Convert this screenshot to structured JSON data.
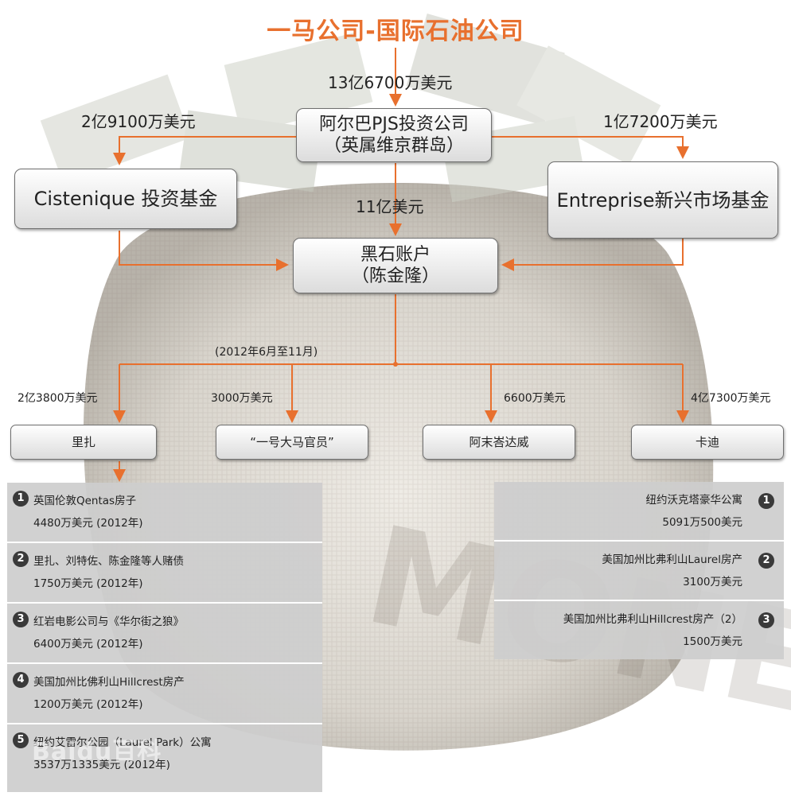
{
  "title": "一马公司-国际石油公司",
  "amounts": {
    "to_pjs": "13亿6700万美元",
    "to_cistenique": "2亿9100万美元",
    "to_entreprise": "1亿7200万美元",
    "to_blackstone": "11亿美元",
    "period": "(2012年6月至11月)",
    "to_riza": "2亿3800万美元",
    "to_official": "3000万美元",
    "to_aamer": "6600万美元",
    "to_kadi": "4亿7300万美元"
  },
  "nodes": {
    "pjs": {
      "line1": "阿尔巴PJS投资公司",
      "line2": "（英属维京群岛）"
    },
    "cistenique": "Cistenique 投资基金",
    "entreprise": "Entreprise新兴市场基金",
    "blackstone": {
      "line1": "黑石账户",
      "line2": "（陈金隆）"
    },
    "riza": "里扎",
    "official": "“一号大马官员”",
    "aamer": "阿末峇达威",
    "kadi": "卡迪"
  },
  "left_list": [
    {
      "num": "1",
      "text": "英国伦敦Qentas房子",
      "amount": "4480万美元 (2012年)"
    },
    {
      "num": "2",
      "text": "里扎、刘特佐、陈金隆等人赌债",
      "amount": "1750万美元 (2012年)"
    },
    {
      "num": "3",
      "text": "红岩电影公司与《华尔街之狼》",
      "amount": "6400万美元 (2012年)"
    },
    {
      "num": "4",
      "text": "美国加州比佛利山Hillcrest房产",
      "amount": "1200万美元 (2012年)"
    },
    {
      "num": "5",
      "text": "纽约艾雷尔公园（Laurel Park）公寓",
      "amount": "3537万1335美元 (2012年)"
    }
  ],
  "right_list": [
    {
      "num": "1",
      "text": "纽约沃克塔豪华公寓",
      "amount": "5091万500美元"
    },
    {
      "num": "2",
      "text": "美国加州比弗利山Laurel房产",
      "amount": "3100万美元"
    },
    {
      "num": "3",
      "text": "美国加州比弗利山Hillcrest房产（2）",
      "amount": "1500万美元"
    }
  ],
  "watermark": "Baidu百科",
  "colors": {
    "accent": "#e8702e",
    "line": "#e8702e"
  }
}
